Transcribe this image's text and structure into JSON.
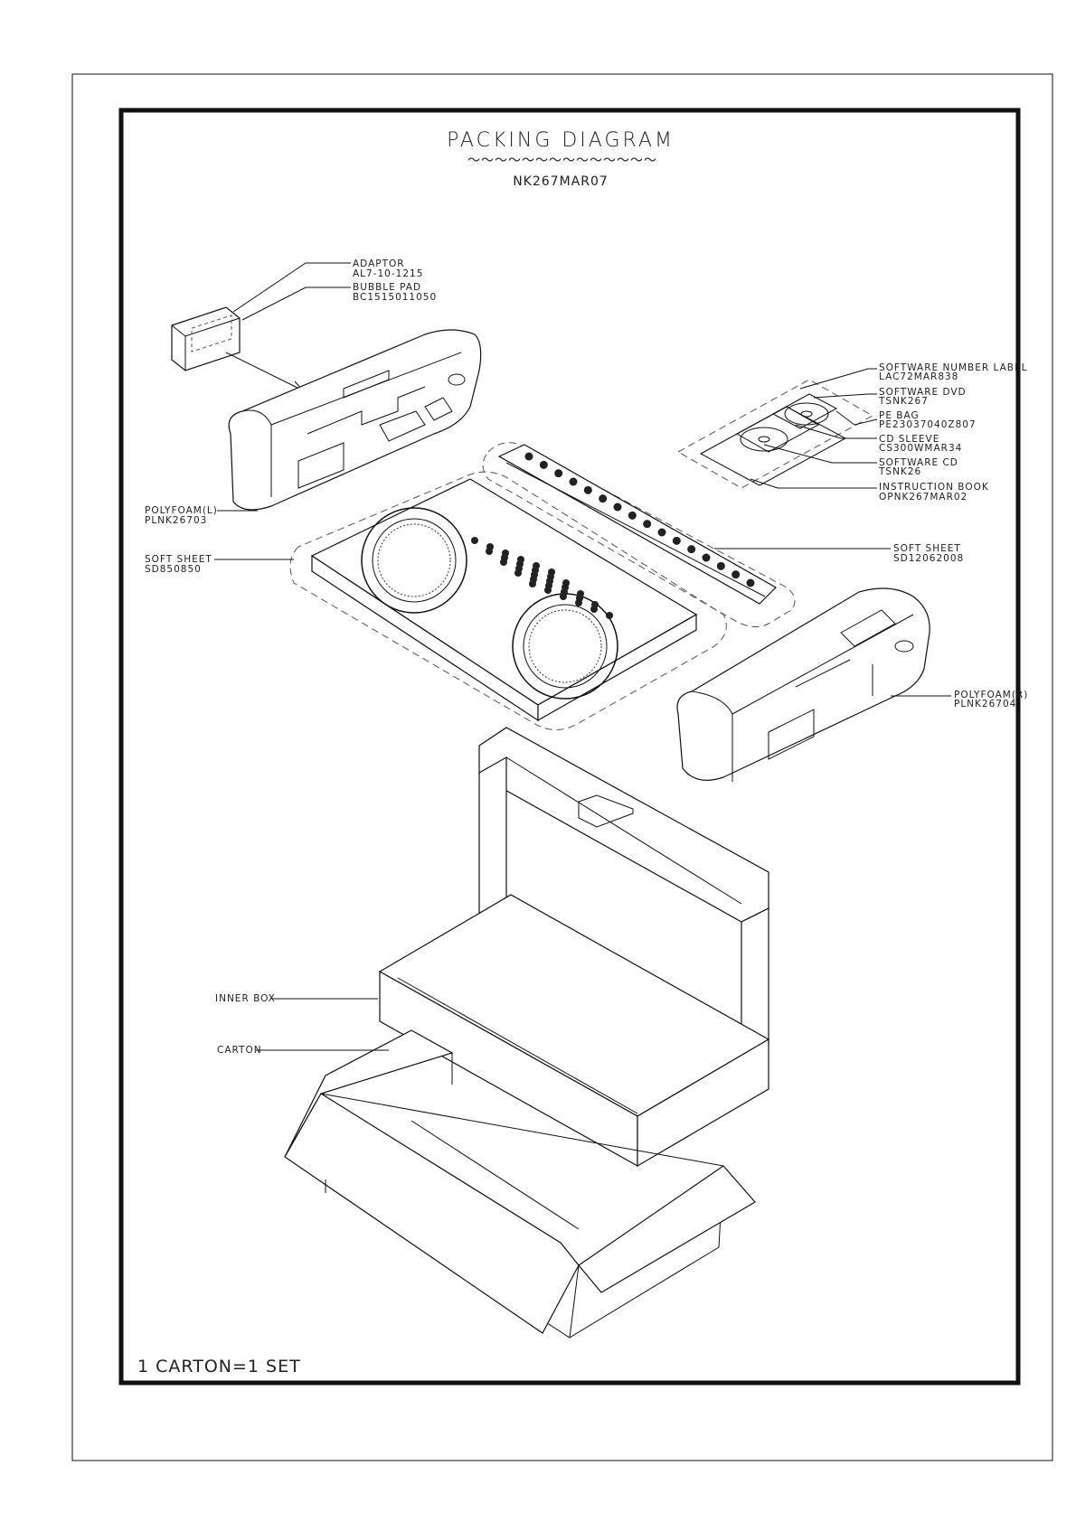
{
  "title": "PACKING  DIAGRAM",
  "subtitle_underline": "～～～～～～～～～～～～～～",
  "model_code": "NK267MAR07",
  "footer": "1  CARTON=1  SET",
  "labels": {
    "adaptor": {
      "name": "ADAPTOR",
      "code": "AL7-10-1215"
    },
    "bubble_pad": {
      "name": "BUBBLE  PAD",
      "code": "BC1515011050"
    },
    "polyfoam_left": {
      "name": "POLYFOAM(L)",
      "code": "PLNK26703"
    },
    "soft_sheet_left": {
      "name": "SOFT  SHEET",
      "code": "SD850850"
    },
    "software_number_label": {
      "name": "SOFTWARE  NUMBER  LABEL",
      "code": "LAC72MAR838"
    },
    "software_dvd": {
      "name": "SOFTWARE  DVD",
      "code": "TSNK267"
    },
    "pe_bag": {
      "name": "PE  BAG",
      "code": "PE23037040Z807"
    },
    "cd_sleeve": {
      "name": "CD  SLEEVE",
      "code": "CS300WMAR34"
    },
    "software_cd": {
      "name": "SOFTWARE  CD",
      "code": "TSNK26"
    },
    "instruction_book": {
      "name": "INSTRUCTION  BOOK",
      "code": "OPNK267MAR02"
    },
    "soft_sheet_right": {
      "name": "SOFT  SHEET",
      "code": "SD12062008"
    },
    "polyfoam_right": {
      "name": "POLYFOAM(R)",
      "code": "PLNK26704"
    },
    "inner_box": {
      "name": "INNER  BOX"
    },
    "carton": {
      "name": "CARTON"
    }
  }
}
